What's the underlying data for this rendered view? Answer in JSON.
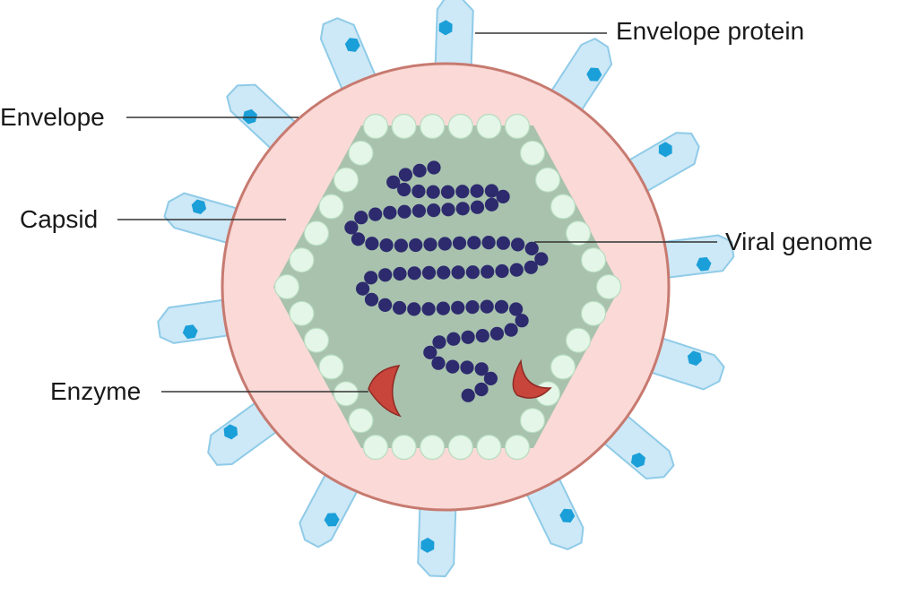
{
  "labels": {
    "envelope_protein": "Envelope protein",
    "envelope": "Envelope",
    "capsid": "Capsid",
    "viral_genome": "Viral genome",
    "enzyme": "Enzyme"
  },
  "colors": {
    "spike_fill": "#cde8f6",
    "spike_stroke": "#8fcbe8",
    "spike_dot": "#1a9fd8",
    "envelope_fill": "#fad9d6",
    "envelope_stroke": "#c77a70",
    "capsid_fill": "#a8c2ad",
    "capsomere_fill": "#e4f6e8",
    "capsomere_stroke": "#b7dcc0",
    "genome": "#2d2a6e",
    "enzyme_fill": "#c8453c",
    "enzyme_stroke": "#8e2a23",
    "leader_line": "#333333"
  }
}
